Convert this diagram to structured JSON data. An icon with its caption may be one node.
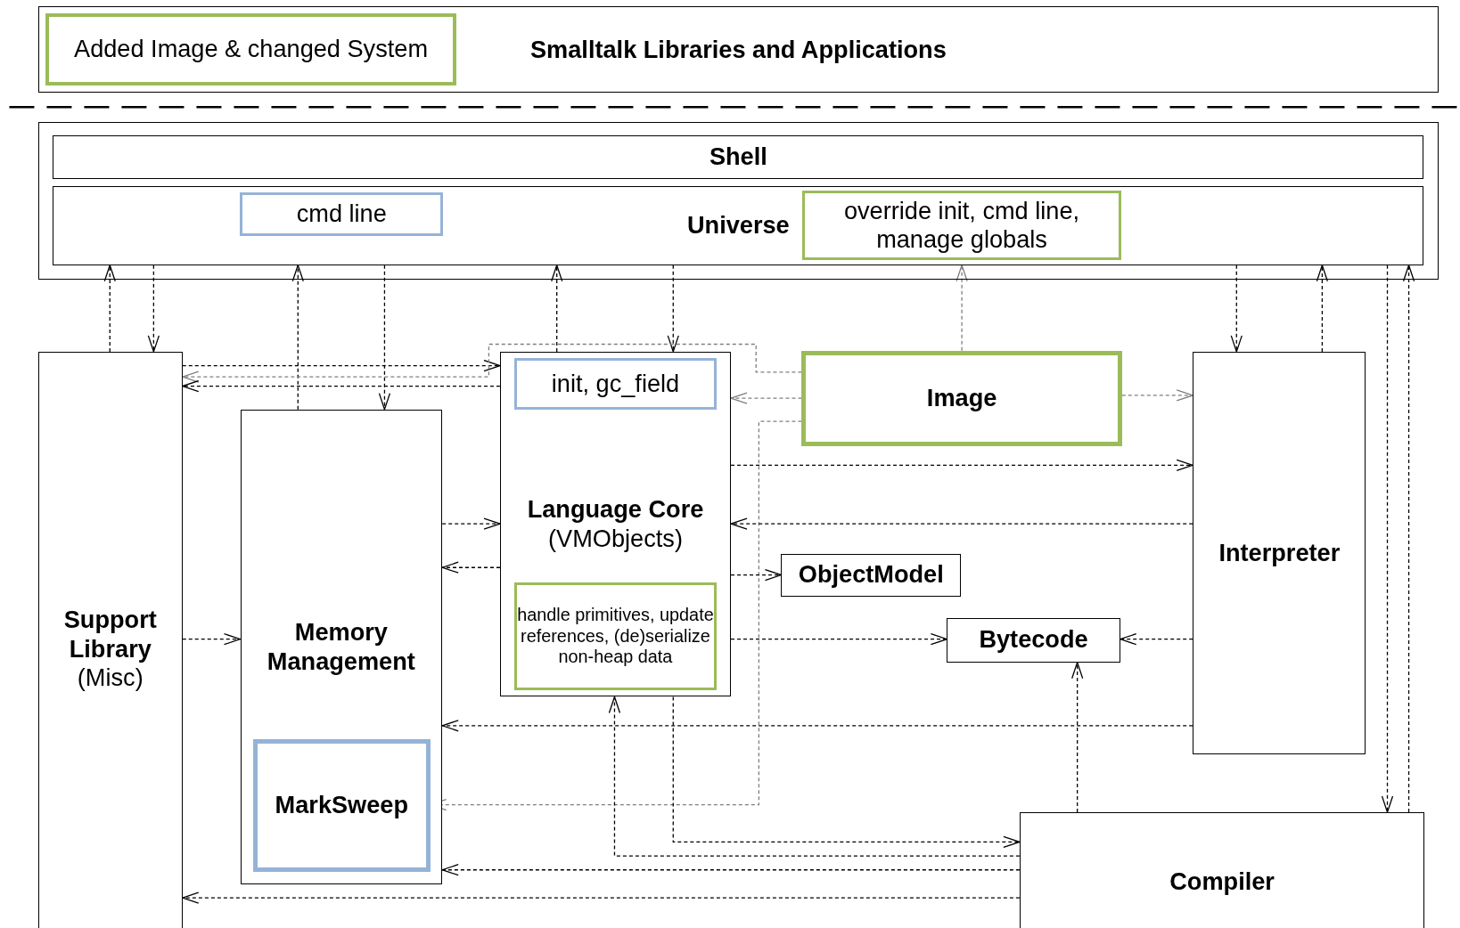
{
  "diagram": {
    "nodes": [
      {
        "text": [
          "Smalltalk Libraries and Applications"
        ]
      },
      {
        "text": [],
        "shape": "box"
      },
      {
        "text": [
          "Shell"
        ],
        "in": 1
      },
      {
        "text": [
          "Universe"
        ],
        "in": 1
      },
      {
        "text": [
          "cmd line"
        ],
        "in": 3
      },
      {
        "text": [
          "override init, cmd line, manage globals"
        ],
        "in": 3
      },
      {
        "text": [
          "Support Library",
          "(Misc)"
        ]
      },
      {
        "text": [
          "Memory Management"
        ]
      },
      {
        "text": [
          "MarkSweep"
        ],
        "in": 7
      },
      {
        "text": [
          "Language Core",
          "(VMObjects)"
        ]
      },
      {
        "text": [
          "init, gc_field"
        ],
        "in": 9
      },
      {
        "text": [
          "handle primitives, update references, (de)serialize non-heap data"
        ],
        "in": 9
      },
      {
        "text": [
          "Image"
        ]
      },
      {
        "text": [
          "Interpreter"
        ]
      },
      {
        "text": [
          "ObjectModel"
        ]
      },
      {
        "text": [
          "Bytecode"
        ]
      },
      {
        "text": [
          "Compiler"
        ]
      }
    ],
    "edges": [
      {
        "from": 6,
        "to": 3,
        "arrow": "to",
        "style": "dashed"
      },
      {
        "from": 3,
        "to": 6,
        "arrow": "to",
        "style": "dashed"
      },
      {
        "from": 7,
        "to": 3,
        "arrow": "to",
        "style": "dashed"
      },
      {
        "from": 3,
        "to": 7,
        "arrow": "to",
        "style": "dashed"
      },
      {
        "from": 9,
        "to": 3,
        "arrow": "to",
        "style": "dashed"
      },
      {
        "from": 3,
        "to": 9,
        "arrow": "to",
        "style": "dashed"
      },
      {
        "from": 12,
        "to": 3,
        "arrow": "to",
        "style": "dashed",
        "color": "#7f7f7f"
      },
      {
        "from": 3,
        "to": 13,
        "arrow": "to",
        "style": "dashed"
      },
      {
        "from": 13,
        "to": 3,
        "arrow": "to",
        "style": "dashed"
      },
      {
        "from": 3,
        "to": 16,
        "arrow": "to",
        "style": "dashed"
      },
      {
        "from": 16,
        "to": 3,
        "arrow": "to",
        "style": "dashed"
      },
      {
        "from": 6,
        "to": 9,
        "arrow": "to",
        "style": "dashed"
      },
      {
        "from": 12,
        "to": 6,
        "arrow": "to",
        "style": "dashed",
        "color": "#7f7f7f"
      },
      {
        "from": 9,
        "to": 6,
        "arrow": "to",
        "style": "dashed"
      },
      {
        "from": 12,
        "to": 9,
        "arrow": "to",
        "style": "dashed",
        "color": "#7f7f7f"
      },
      {
        "from": 12,
        "to": 13,
        "arrow": "to",
        "style": "dashed",
        "color": "#7f7f7f"
      },
      {
        "from": 12,
        "to": 8,
        "arrow": "to",
        "style": "dashed",
        "color": "#7f7f7f"
      },
      {
        "from": 9,
        "to": 13,
        "arrow": "to",
        "style": "dashed"
      },
      {
        "from": 13,
        "to": 9,
        "arrow": "to",
        "style": "dashed"
      },
      {
        "from": 7,
        "to": 9,
        "arrow": "to",
        "style": "dashed"
      },
      {
        "from": 9,
        "to": 7,
        "arrow": "to",
        "style": "dashed"
      },
      {
        "from": 9,
        "to": 14,
        "arrow": "to",
        "style": "dashed"
      },
      {
        "from": 6,
        "to": 7,
        "arrow": "to",
        "style": "dashed"
      },
      {
        "from": 9,
        "to": 15,
        "arrow": "to",
        "style": "dashed"
      },
      {
        "from": 13,
        "to": 15,
        "arrow": "to",
        "style": "dashed"
      },
      {
        "from": 13,
        "to": 7,
        "arrow": "to",
        "style": "dashed"
      },
      {
        "from": 9,
        "to": 16,
        "arrow": "to",
        "style": "dashed"
      },
      {
        "from": 16,
        "to": 9,
        "arrow": "to",
        "style": "dashed"
      },
      {
        "from": 16,
        "to": 15,
        "arrow": "to",
        "style": "dashed"
      },
      {
        "from": 16,
        "to": 7,
        "arrow": "to",
        "style": "dashed"
      },
      {
        "from": 16,
        "to": 6,
        "arrow": "to",
        "style": "dashed"
      }
    ],
    "legend": [
      {
        "text": "Added Image & changed System",
        "color": "#9bbb59"
      }
    ]
  }
}
